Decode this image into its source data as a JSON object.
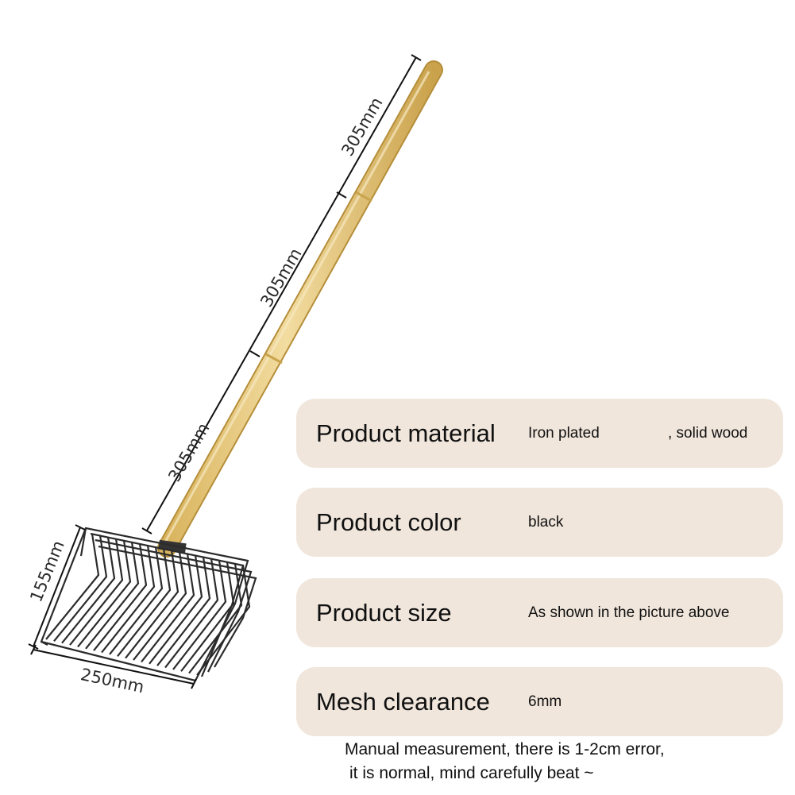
{
  "dimensions": {
    "handle_segment_top": "305mm",
    "handle_segment_middle": "305mm",
    "handle_segment_bottom": "305mm",
    "scoop_height": "155mm",
    "scoop_width": "250mm"
  },
  "specs": [
    {
      "name": "Product material",
      "value": "Iron plated",
      "value_extra": ", solid wood"
    },
    {
      "name": "Product color",
      "value": "black"
    },
    {
      "name": "Product size",
      "value": "As shown in the picture above"
    },
    {
      "name": "Mesh clearance",
      "value": "6mm"
    }
  ],
  "note": {
    "line1": "Manual measurement, there is 1-2cm error,",
    "line2": "it is normal, mind carefully beat ~"
  },
  "colors": {
    "card_background": "#f0e6dc",
    "wood": "#e6c77a",
    "mesh": "#2b2b2b"
  }
}
